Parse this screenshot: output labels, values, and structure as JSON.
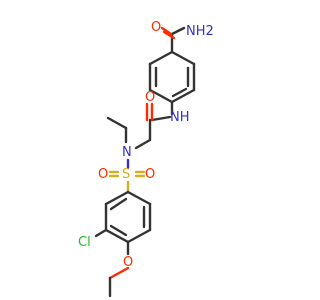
{
  "molecule": {
    "atoms": {
      "amide_nh2": "NH2",
      "amide_o": "O",
      "anilide_nh": "NH",
      "acetyl_o": "O",
      "sulfonamide_n": "N",
      "sulfur": "S",
      "sulfonyl_o_left": "O",
      "sulfonyl_o_right": "O",
      "chlorine": "Cl",
      "ether_o": "O"
    },
    "colors": {
      "carbon_bond": "#333333",
      "oxygen": "#ff2a00",
      "nitrogen": "#3333cc",
      "sulfur": "#d4b020",
      "chlorine": "#1fbf1f"
    }
  }
}
